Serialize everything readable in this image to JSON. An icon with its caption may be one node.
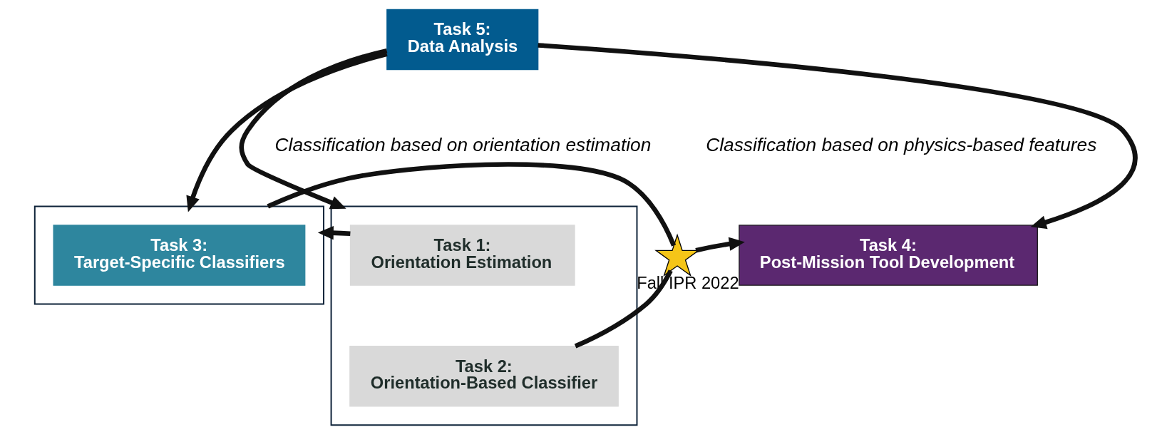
{
  "diagram": {
    "nodes": [
      {
        "text": [
          "Task 5:",
          "Data Analysis"
        ]
      },
      {
        "text": [],
        "shape": "box"
      },
      {
        "text": [
          "Task 1:",
          "Orientation Estimation"
        ],
        "in": 1
      },
      {
        "text": [
          "Task 2:",
          "Orientation-Based Classifier"
        ],
        "in": 1
      },
      {
        "text": [],
        "shape": "box"
      },
      {
        "text": [
          "Task 3:",
          "Target-Specific Classifiers"
        ],
        "in": 4
      },
      {
        "text": [],
        "shape": "star",
        "beside": [
          "Fall IPR 2022"
        ]
      },
      {
        "text": [
          "Task 4:",
          "Post-Mission Tool Development"
        ]
      }
    ],
    "edges": [
      {
        "from": 0,
        "to": 1,
        "arrow": "to"
      },
      {
        "from": 0,
        "to": 4,
        "arrow": "to"
      },
      {
        "from": 0,
        "to": 7,
        "arrow": "to"
      },
      {
        "from": 2,
        "to": 4,
        "arrow": "to"
      },
      {
        "from": 4,
        "to": 6,
        "arrow": "none"
      },
      {
        "from": 3,
        "to": 6,
        "arrow": "none"
      },
      {
        "from": 6,
        "to": 7,
        "arrow": "to"
      }
    ],
    "labels": [
      "Classification based on orientation estimation",
      "Classification based on physics-based features"
    ]
  }
}
